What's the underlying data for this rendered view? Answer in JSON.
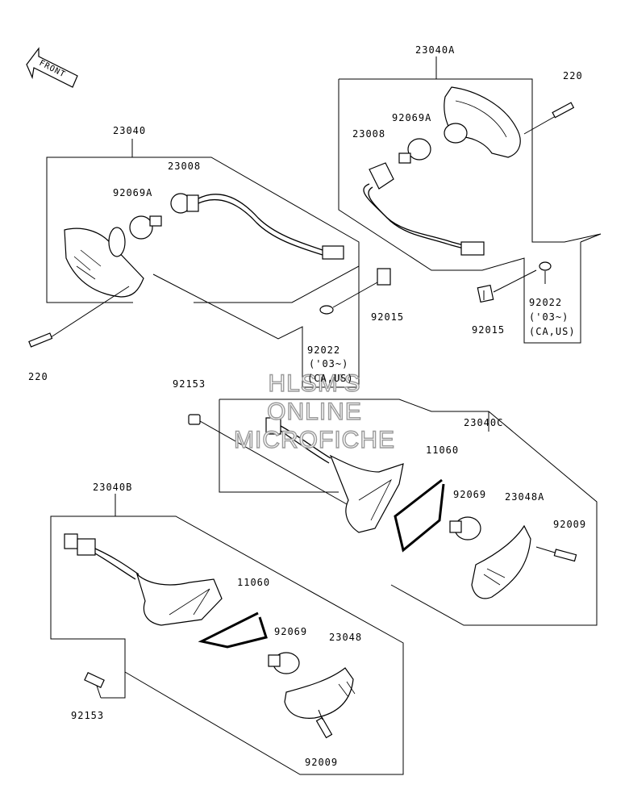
{
  "front_label": "FRONT",
  "watermark": [
    "HLSM'S",
    "ONLINE",
    "MICROFICHE"
  ],
  "labels": {
    "a23040A": "23040A",
    "a220_top": "220",
    "a92069A_right": "92069A",
    "a23008_right": "23008",
    "a23040": "23040",
    "a23008_left": "23008",
    "a92069A_left": "92069A",
    "a220_left": "220",
    "a92015_mid": "92015",
    "a92022_mid": "92022",
    "a03_mid": "('03~)",
    "aCAUS_mid": "(CA,US)",
    "a92015_right": "92015",
    "a92022_right": "92022",
    "a03_right": "('03~)",
    "aCAUS_right": "(CA,US)",
    "a92153_top": "92153",
    "a23040C": "23040C",
    "a11060_right": "11060",
    "a92069_right": "92069",
    "a23048A": "23048A",
    "a92009_right": "92009",
    "a23040B": "23040B",
    "a11060_left": "11060",
    "a92069_left": "92069",
    "a23048": "23048",
    "a92153_bottom": "92153",
    "a92009_bottom": "92009"
  }
}
